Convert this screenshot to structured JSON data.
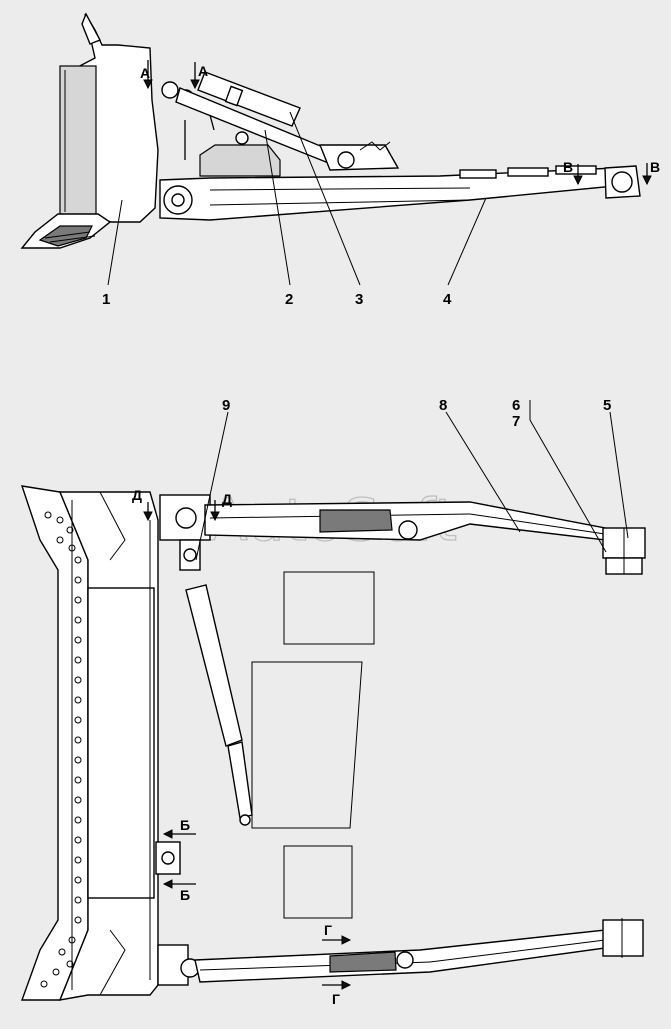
{
  "watermark": "AutoSoft",
  "callouts": {
    "c1": "1",
    "c2": "2",
    "c3": "3",
    "c4": "4",
    "c5": "5",
    "c6": "6",
    "c7": "7",
    "c8": "8",
    "c9": "9"
  },
  "sections": {
    "a_left": "А",
    "a_right": "А",
    "v_left": "В",
    "v_right": "В",
    "d_left": "Д",
    "d_right": "Д",
    "b_top": "Б",
    "b_bottom": "Б",
    "g_top": "Г",
    "g_bottom": "Г"
  },
  "colors": {
    "background": "#ececec",
    "line": "#000000",
    "fill": "#ffffff",
    "shade": "#d6d6d6"
  }
}
